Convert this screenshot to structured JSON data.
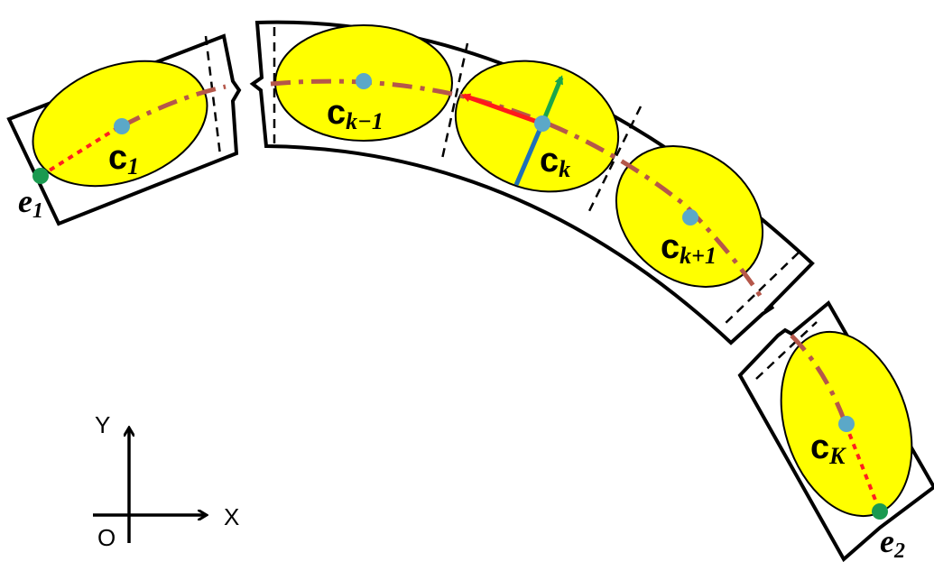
{
  "colors": {
    "segment_outline": "#000000",
    "ellipse_fill": "#ffff00",
    "center_point": "#5ba8c8",
    "endpoint": "#1a9a50",
    "centerline": "#b5574a",
    "end_dash": "#ff1f1f",
    "tangent_arrow": "#ff1a1a",
    "normal_arrow": "#1aa64a",
    "normal_line": "#1e70b8"
  },
  "labels": {
    "c1": {
      "main": "c",
      "sub": "1"
    },
    "ck_minus_1": {
      "main": "c",
      "sub": "k−1"
    },
    "ck": {
      "main": "c",
      "sub": "k"
    },
    "ck_plus_1": {
      "main": "c",
      "sub": "k+1"
    },
    "cK": {
      "main": "c",
      "sub": "K"
    },
    "e1": {
      "main": "e",
      "sub": "1"
    },
    "e2": {
      "main": "e",
      "sub": "2"
    }
  },
  "axes": {
    "y_label": "Y",
    "x_label": "X",
    "origin_label": "O"
  }
}
